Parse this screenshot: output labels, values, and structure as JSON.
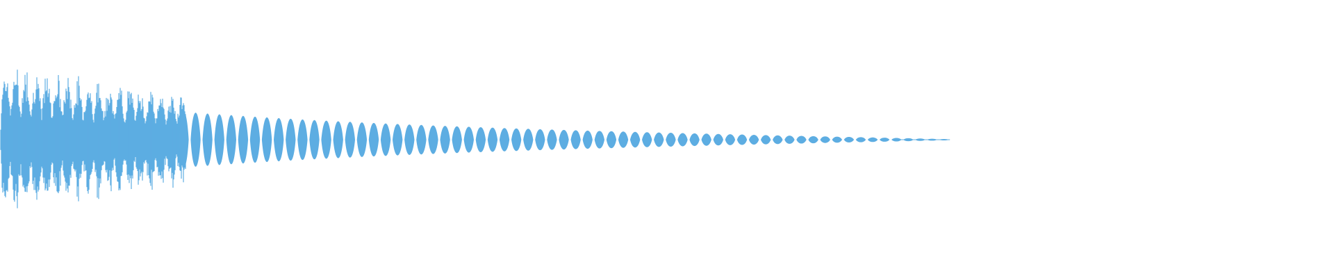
{
  "waveform": {
    "color": "#5DADE2",
    "background": "#ffffff",
    "description_free": true,
    "envelope": {
      "decay": "exponential",
      "total_visible_fraction": 0.71,
      "peak_amplitude": 1.0,
      "noise_attack_fraction": 0.14,
      "pulse_count": 66
    }
  }
}
